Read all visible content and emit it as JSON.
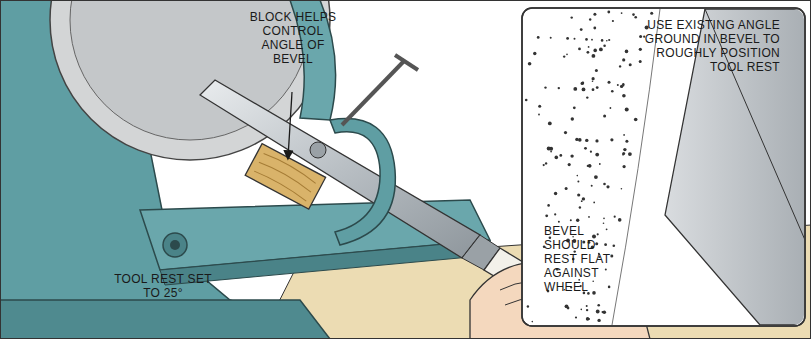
{
  "diagram": {
    "nodes": [
      {
        "text": [
          "USE EXISTING ANGLE GROUND IN BEVEL TO ROUGHLY POSITION TOOL REST",
          "BEVEL SHOULD REST FLAT AGAINST WHEEL"
        ]
      }
    ],
    "labels": [
      "BLOCK HELPS CONTROL ANGLE OF BEVEL",
      "TOOL REST SET TO 25°"
    ]
  }
}
